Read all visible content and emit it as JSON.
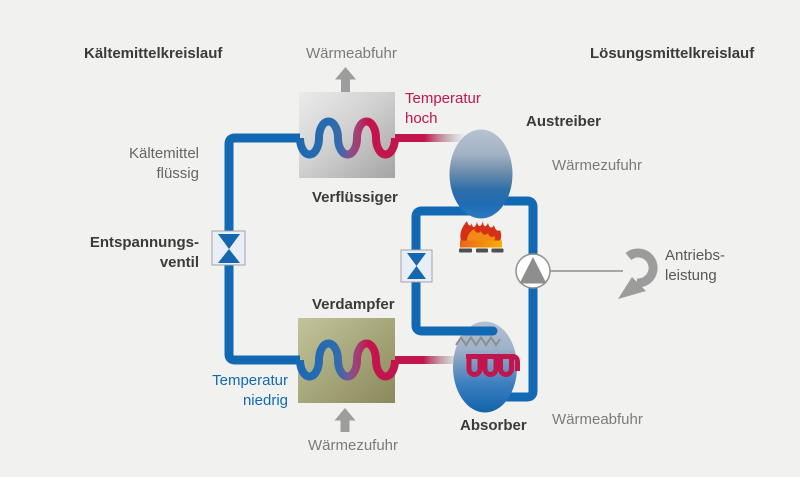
{
  "colors": {
    "background": "#f1f1ef",
    "pipe_blue": "#1169b4",
    "hot_red": "#c3154d",
    "dark_text": "#3b3b3b",
    "muted_text": "#7b7b7b",
    "mid_text": "#666666",
    "drive_text": "#585858",
    "arrow_gray": "#9d9d9d",
    "condenser_gray": "#a8a8a8",
    "evaporator_olive": "#8a8a5c",
    "vessel_blue": "#1465ae",
    "flame_red": "#d53117",
    "flame_orange": "#f29100"
  },
  "headers": {
    "refrigerant_circuit": "Kältemittelkreislauf",
    "solvent_circuit": "Lösungsmittelkreislauf"
  },
  "components": {
    "condenser": "Verflüssiger",
    "evaporator": "Verdampfer",
    "generator": "Austreiber",
    "absorber": "Absorber",
    "expansion_valve_line1": "Entspannungs-",
    "expansion_valve_line2": "ventil"
  },
  "flows": {
    "heat_out_top": "Wärmeabfuhr",
    "heat_in_right": "Wärmezufuhr",
    "heat_in_bottom": "Wärmezufuhr",
    "heat_out_bottom_right": "Wärmeabfuhr",
    "drive_power_line1": "Antriebs-",
    "drive_power_line2": "leistung"
  },
  "states": {
    "refrigerant_line1": "Kältemittel",
    "refrigerant_line2": "flüssig",
    "temp_high_line1": "Temperatur",
    "temp_high_line2": "hoch",
    "temp_low_line1": "Temperatur",
    "temp_low_line2": "niedrig"
  },
  "icons": {
    "heat_arrow_up": "up-arrow",
    "expansion_valve": "bowtie-valve",
    "burner": "flame",
    "pump": "circle-with-triangle",
    "drive_power": "rotation-arrow"
  }
}
